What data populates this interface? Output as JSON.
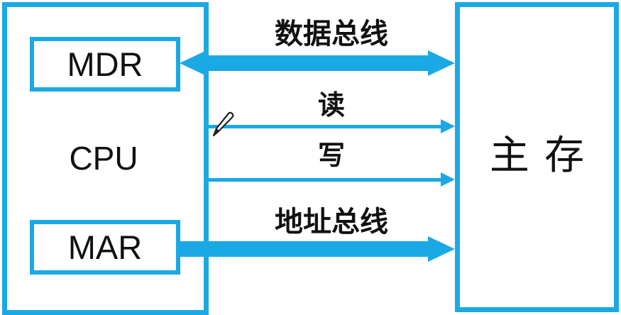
{
  "boxes": {
    "cpu": {
      "label": "CPU"
    },
    "mdr": {
      "label": "MDR"
    },
    "mar": {
      "label": "MAR"
    },
    "memory": {
      "label": "主存"
    }
  },
  "buses": {
    "data": {
      "label": "数据总线",
      "direction": "bidirectional",
      "style": "thick"
    },
    "read": {
      "label": "读",
      "direction": "cpu-to-memory",
      "style": "thin"
    },
    "write": {
      "label": "写",
      "direction": "cpu-to-memory",
      "style": "thin"
    },
    "address": {
      "label": "地址总线",
      "direction": "cpu-to-memory",
      "style": "thick"
    }
  },
  "icons": {
    "pen_cursor": "pen-cursor-icon"
  },
  "colors": {
    "accent": "#1BA9E5",
    "text": "#111111",
    "background": "#FFFFFF"
  }
}
